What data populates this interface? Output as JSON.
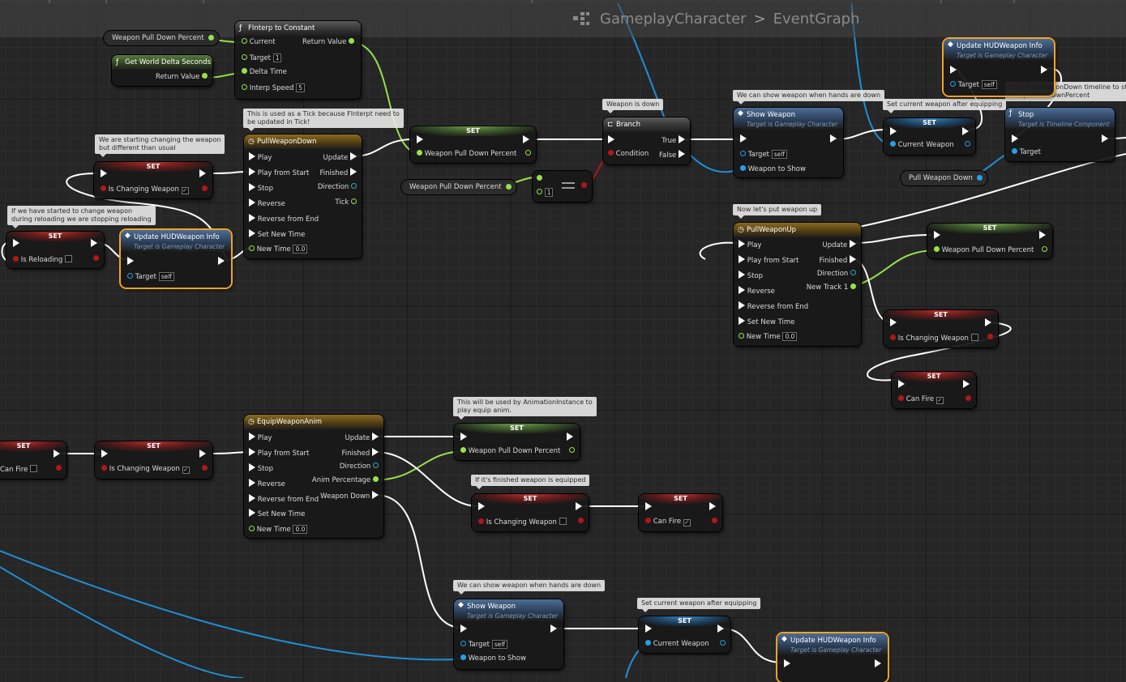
{
  "breadcrumb": {
    "blueprint": "GameplayCharacter",
    "separator": ">",
    "graph": "EventGraph"
  },
  "comments": {
    "tick": "This is used as a Tick because FInterpt need to\nbe updated in Tick!",
    "start_changing": "We are starting changing the weapon\nbut different than usual",
    "stop_reloading": "If we have started to change weapon\nduring reloading we are stopping reloading",
    "weapon_down": "Weapon is down",
    "show_weapon_1": "We can show weapon when hands are down",
    "set_after_equip_1": "Set current weapon after equipping",
    "stop_timeline": "Stop PullWeaponDown timeline to stop inte\nWeaponPullDownPercent",
    "put_up": "Now let's put weapon up",
    "anim_instance": "This will be used by AnimationInstance to\nplay equip anim.",
    "finished_equipped": "If it's finished weapon is equipped",
    "show_weapon_2": "We can show weapon when hands are down",
    "set_after_equip_2": "Set current weapon after equipping"
  },
  "vars": {
    "weapon_pull_down_1": "Weapon Pull Down Percent",
    "weapon_pull_down_2": "Weapon Pull Down Percent",
    "pull_weapon_down": "Pull Weapon Down"
  },
  "finterp": {
    "title": "FInterp to Constant",
    "current": "Current",
    "return_value": "Return Value",
    "target": "Target",
    "target_val": "1",
    "delta_time": "Delta Time",
    "interp_speed": "Interp Speed",
    "interp_val": "5"
  },
  "get_delta": {
    "title": "Get World Delta Seconds",
    "return_value": "Return Value"
  },
  "timeline_pins": {
    "play": "Play",
    "play_from_start": "Play from Start",
    "stop": "Stop",
    "reverse": "Reverse",
    "reverse_from_end": "Reverse from End",
    "set_new_time": "Set New Time",
    "new_time": "New Time",
    "new_time_val": "0.0",
    "update": "Update",
    "finished": "Finished",
    "direction": "Direction"
  },
  "pull_down": {
    "title": "PullWeaponDown",
    "tick": "Tick"
  },
  "pull_up": {
    "title": "PullWeaponUp",
    "new_track": "New Track 1"
  },
  "equip_anim": {
    "title": "EquipWeaponAnim",
    "anim_pct": "Anim Percentage",
    "weapon_down": "Weapon Down"
  },
  "set_label": "SET",
  "labels": {
    "is_changing": "Is Changing Weapon",
    "is_reloading": "Is Reloading",
    "can_fire": "Can Fire",
    "wpdp": "Weapon Pull Down Percent",
    "current_weapon": "Current Weapon",
    "target": "Target",
    "self": "self",
    "weapon_to_show": "Weapon to Show",
    "condition": "Condition",
    "true": "True",
    "false": "False",
    "check": "✓"
  },
  "hud": {
    "title": "Update HUDWeapon Info",
    "sub": "Target is Gameplay Character"
  },
  "show_weapon": {
    "title": "Show Weapon",
    "sub": "Target is Gameplay Character"
  },
  "branch": {
    "title": "Branch"
  },
  "stop_node": {
    "title": "Stop",
    "sub": "Target is Timeline Component"
  },
  "compare": {
    "val": "1"
  }
}
